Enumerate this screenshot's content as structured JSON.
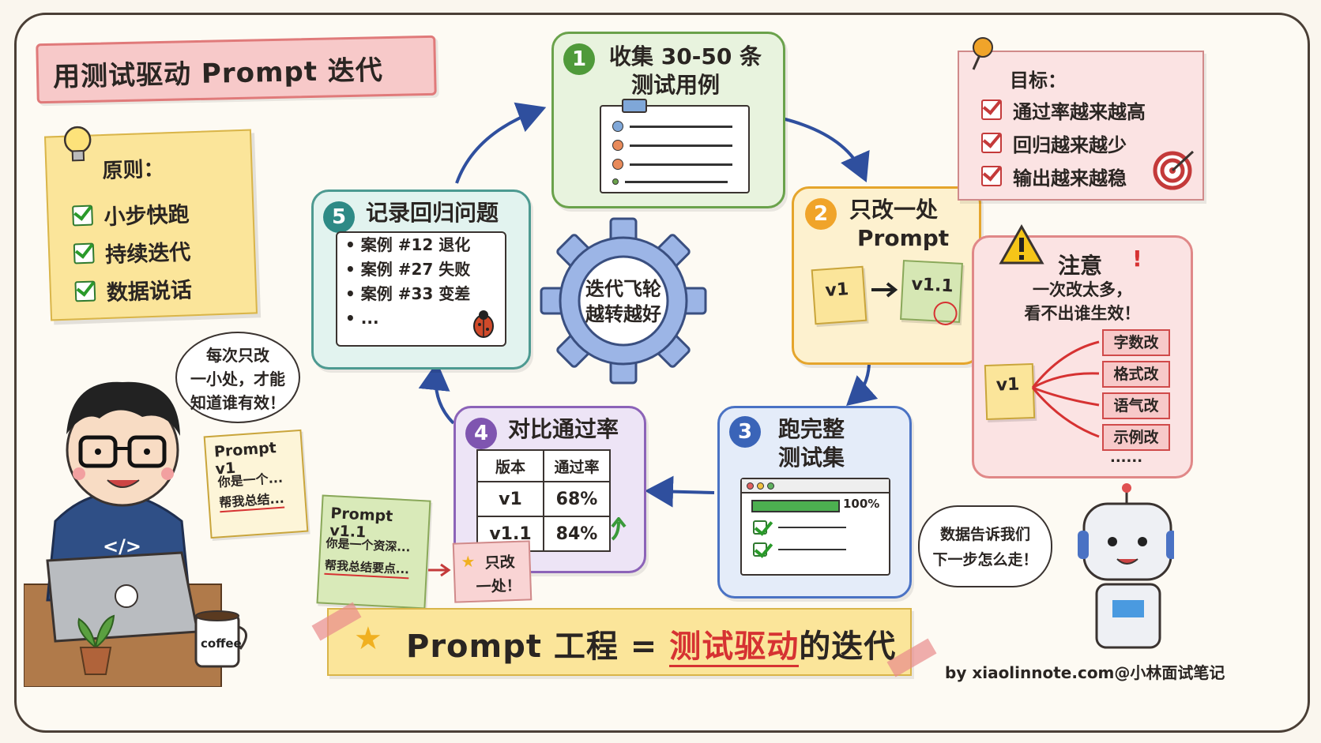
{
  "title": "用测试驱动 Prompt 迭代",
  "principles": {
    "heading": "原则：",
    "items": [
      "小步快跑",
      "持续迭代",
      "数据说话"
    ]
  },
  "steps": [
    {
      "num": "1",
      "title_line1": "收集 30-50 条",
      "title_line2": "测试用例"
    },
    {
      "num": "2",
      "title_line1": "只改一处",
      "title_line2": "Prompt",
      "from": "v1",
      "to": "v1.1"
    },
    {
      "num": "3",
      "title_line1": "跑完整",
      "title_line2": "测试集",
      "progress_label": "100%"
    },
    {
      "num": "4",
      "title_line1": "对比通过率",
      "table": {
        "headers": [
          "版本",
          "通过率"
        ],
        "rows": [
          [
            "v1",
            "68%"
          ],
          [
            "v1.1",
            "84%"
          ]
        ]
      }
    },
    {
      "num": "5",
      "title_line1": "记录回归问题",
      "items": [
        "• 案例 #12 退化",
        "• 案例 #27 失败",
        "• 案例 #33 变差",
        "• ..."
      ]
    }
  ],
  "gear": {
    "line1": "迭代飞轮",
    "line2": "越转越好"
  },
  "goals": {
    "heading": "目标：",
    "items": [
      "通过率越来越高",
      "回归越来越少",
      "输出越来越稳"
    ]
  },
  "attention": {
    "heading": "注意",
    "line1": "一次改太多，",
    "line2": "看不出谁生效！",
    "source": "v1",
    "changes": [
      "字数改",
      "格式改",
      "语气改",
      "示例改"
    ],
    "more": "......"
  },
  "person_bubble": {
    "line1": "每次只改",
    "line2": "一小处，才能",
    "line3": "知道谁有效！"
  },
  "prompt_v1_note": {
    "title": "Prompt v1",
    "line1": "你是一个...",
    "line2": "帮我总结..."
  },
  "prompt_v11_note": {
    "title": "Prompt v1.1",
    "line1": "你是一个资深...",
    "line2": "帮我总结要点..."
  },
  "only_once_note": {
    "line1": "只改",
    "line2": "一处！"
  },
  "laptop_code": "</>",
  "mug_label": "coffee",
  "robot_bubble": {
    "line1": "数据告诉我们",
    "line2": "下一步怎么走！"
  },
  "bottom_banner": {
    "part1": "Prompt 工程 = ",
    "part2": "测试驱动",
    "part3": "的迭代"
  },
  "footer": "by xiaolinnote.com@小林面试笔记",
  "colors": {
    "step1": "#6aa24b",
    "step2": "#e5a52c",
    "step3": "#4a72c4",
    "step4": "#8c63b8",
    "step5": "#4d9a91",
    "accent_red": "#d63232",
    "arrow_blue": "#2f4f9e"
  }
}
